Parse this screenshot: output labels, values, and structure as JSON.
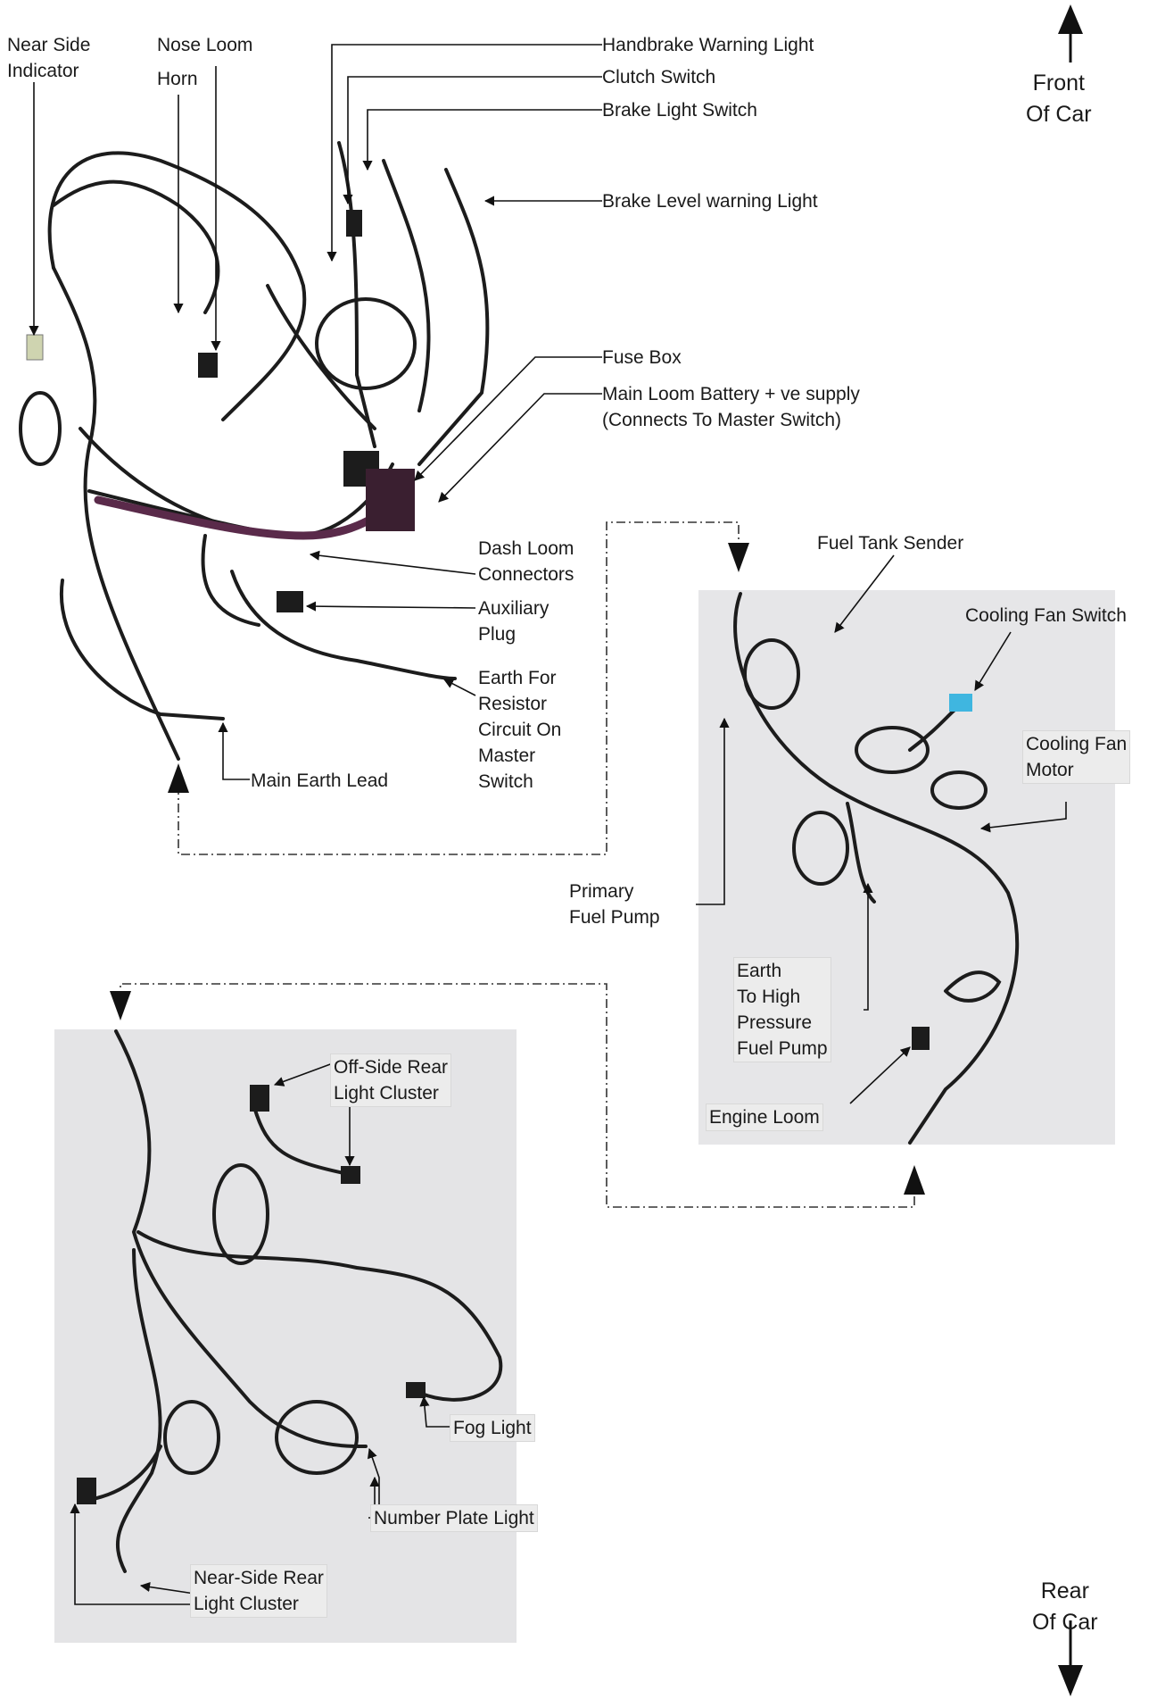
{
  "orientation": {
    "front": "Front\nOf Car",
    "rear": "Rear\nOf Car"
  },
  "front_loom": {
    "near_side_indicator": "Near Side\nIndicator",
    "nose_loom": "Nose Loom",
    "horn": "Horn",
    "handbrake_warning_light": "Handbrake Warning Light",
    "clutch_switch": "Clutch Switch",
    "brake_light_switch": "Brake Light Switch",
    "brake_level_warning_light": "Brake Level warning Light",
    "fuse_box": "Fuse Box",
    "main_loom_battery": "Main Loom Battery + ve supply\n(Connects To Master Switch)",
    "dash_loom_connectors": "Dash Loom\nConnectors",
    "auxiliary_plug": "Auxiliary\nPlug",
    "earth_for_resistor": "Earth For\nResistor\nCircuit On\nMaster\nSwitch",
    "main_earth_lead": "Main Earth Lead"
  },
  "engine_loom": {
    "fuel_tank_sender": "Fuel Tank Sender",
    "cooling_fan_switch": "Cooling Fan Switch",
    "cooling_fan_motor": "Cooling Fan\nMotor",
    "primary_fuel_pump": "Primary\nFuel Pump",
    "earth_high_pressure": "Earth\nTo High\nPressure\nFuel Pump",
    "engine_loom": "Engine Loom"
  },
  "rear_loom": {
    "off_side_rear": "Off-Side Rear\nLight Cluster",
    "fog_light": "Fog Light",
    "number_plate_light": "Number Plate Light",
    "near_side_rear": "Near-Side Rear\nLight Cluster"
  },
  "colors": {
    "wire": "#1c1c1c",
    "loom_purple": "#5a2a4a",
    "photo_bg": "#e6e6e8",
    "fan_switch": "#3fb6e0",
    "leader": "#111111"
  }
}
